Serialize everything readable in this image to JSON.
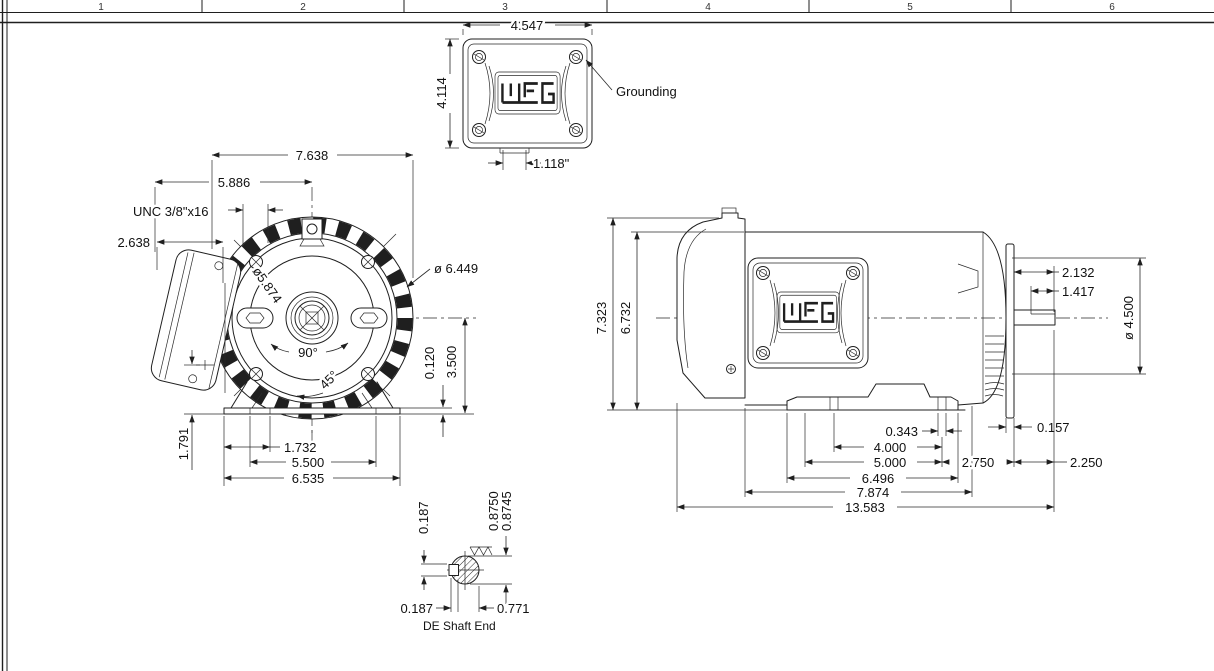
{
  "drawing_type": "WEG motor dimensional drawing",
  "ruler": {
    "cells": [
      "1",
      "2",
      "3",
      "4",
      "5",
      "6"
    ]
  },
  "terminal_box_view": {
    "width": "4.547",
    "height": "4.114",
    "conduit_spacing": "1.118\"",
    "grounding_label": "Grounding",
    "logo": "WEG"
  },
  "front_view": {
    "overall_width": "7.638",
    "width_to_center": "5.886",
    "lug_thread_note": "UNC 3/8\"x16",
    "box_depth": "2.638",
    "bolt_circle_dia": "ø5.874",
    "outer_dia": "ø 6.449",
    "angle_90": "90°",
    "angle_45": "45°",
    "pad_thickness": "0.120",
    "shaft_height": "3.500",
    "conduit_height": "1.791",
    "foot_hole_offset": "1.732",
    "foot_hole_spacing": "5.500",
    "base_width": "6.535"
  },
  "side_view": {
    "overall_height": "7.323",
    "body_height": "6.732",
    "shaft_dim_1": "2.132",
    "key_length": "1.417",
    "face_dia": "ø 4.500",
    "plate_thickness": "0.157",
    "foot_hole_width": "0.343",
    "foot_hole_spacing": "4.000",
    "foot_span": "5.000",
    "hole_to_shoulder": "2.750",
    "shaft_extension": "2.250",
    "foot_length": "6.496",
    "body_length": "7.874",
    "overall_length": "13.583",
    "logo": "WEG"
  },
  "shaft_detail": {
    "key_width": "0.187",
    "dia_max": "0.8750",
    "dia_min": "0.8745",
    "flat_offset": "0.187",
    "flat_width": "0.771",
    "label": "DE Shaft End"
  }
}
